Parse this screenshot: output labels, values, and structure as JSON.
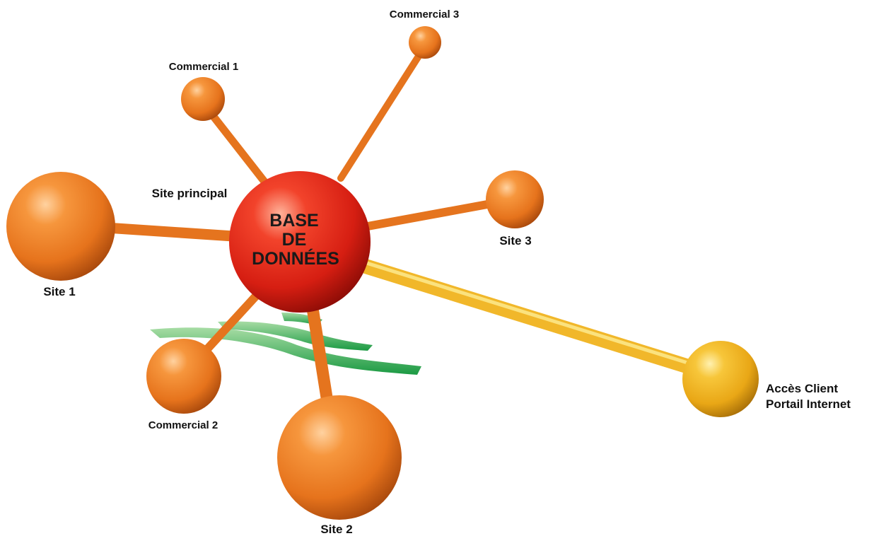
{
  "center": {
    "line1": "BASE",
    "line2": "DE",
    "line3": "DONNÉES"
  },
  "nodes": {
    "commercial_1": "Commercial 1",
    "commercial_2": "Commercial 2",
    "commercial_3": "Commercial 3",
    "site_principal": "Site principal",
    "site_1": "Site 1",
    "site_2": "Site 2",
    "site_3": "Site 3",
    "client_line1": "Accès Client",
    "client_line2": "Portail Internet"
  },
  "colors": {
    "hub": "#e52a1c",
    "node": "#ee7a22",
    "client": "#f2b320",
    "wireless": "#1fa146"
  }
}
